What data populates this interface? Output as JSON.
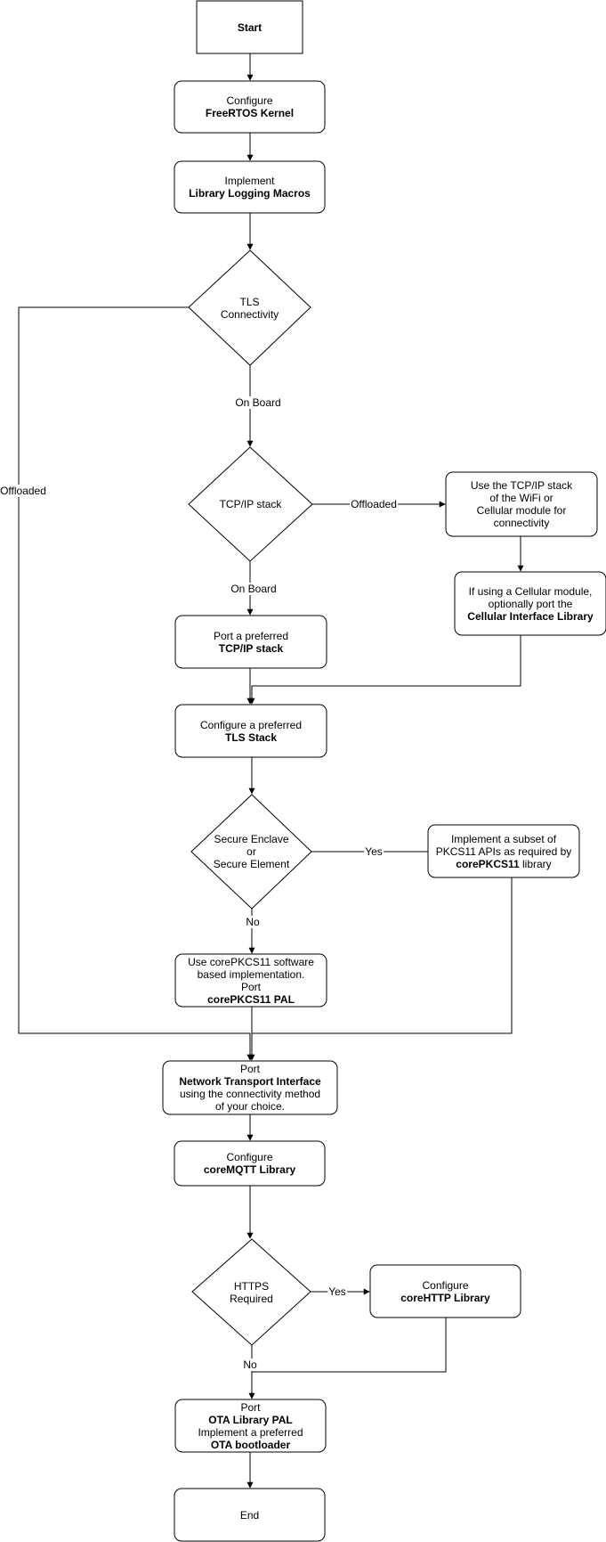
{
  "nodes": {
    "start": {
      "lines": [
        {
          "text": "Start",
          "bold": true
        }
      ]
    },
    "configure_kernel": {
      "lines": [
        {
          "text": "Configure",
          "bold": false
        },
        {
          "text": "FreeRTOS Kernel",
          "bold": true
        }
      ]
    },
    "logging_macros": {
      "lines": [
        {
          "text": "Implement",
          "bold": false
        },
        {
          "text": "Library Logging Macros",
          "bold": true
        }
      ]
    },
    "tls_connectivity": {
      "lines": [
        {
          "text": "TLS",
          "bold": false
        },
        {
          "text": "Connectivity",
          "bold": false
        }
      ]
    },
    "tcpip_stack": {
      "lines": [
        {
          "text": "TCP/IP stack",
          "bold": false
        }
      ]
    },
    "use_module_stack": {
      "lines": [
        {
          "text": "Use the TCP/IP stack",
          "bold": false
        },
        {
          "text": "of the WiFi or",
          "bold": false
        },
        {
          "text": "Cellular module for",
          "bold": false
        },
        {
          "text": "connectivity",
          "bold": false
        }
      ]
    },
    "cellular_interface": {
      "lines": [
        {
          "text": "If using a Cellular module,",
          "bold": false
        },
        {
          "text": "optionally port the",
          "bold": false
        },
        {
          "text": "Cellular Interface Library",
          "bold": true
        }
      ]
    },
    "port_tcpip": {
      "lines": [
        {
          "text": "Port a preferred",
          "bold": false
        },
        {
          "text": "TCP/IP stack",
          "bold": true
        }
      ]
    },
    "configure_tls": {
      "lines": [
        {
          "text": "Configure a preferred",
          "bold": false
        },
        {
          "text": "TLS Stack",
          "bold": true
        }
      ]
    },
    "secure_element": {
      "lines": [
        {
          "text": "Secure Enclave",
          "bold": false
        },
        {
          "text": "or",
          "bold": false
        },
        {
          "text": "Secure Element",
          "bold": false
        }
      ]
    },
    "pkcs11_subset": {
      "lines": [
        {
          "text": "Implement a subset of",
          "bold": false
        },
        {
          "text": "PKCS11 APIs as required by",
          "bold": false
        },
        {
          "text": "corePKCS11 library",
          "bold": "partial",
          "bold_part": "corePKCS11",
          "rest": " library"
        }
      ]
    },
    "pkcs11_pal": {
      "lines": [
        {
          "text": "Use corePKCS11 software",
          "bold": false
        },
        {
          "text": "based implementation.",
          "bold": false
        },
        {
          "text": "Port",
          "bold": false
        },
        {
          "text": "corePKCS11 PAL",
          "bold": true
        }
      ]
    },
    "network_transport": {
      "lines": [
        {
          "text": "Port",
          "bold": false
        },
        {
          "text": "Network Transport Interface",
          "bold": true
        },
        {
          "text": "using the connectivity method",
          "bold": false
        },
        {
          "text": "of your choice.",
          "bold": false
        }
      ]
    },
    "coremqtt": {
      "lines": [
        {
          "text": "Configure",
          "bold": false
        },
        {
          "text": "coreMQTT Library",
          "bold": true
        }
      ]
    },
    "https_required": {
      "lines": [
        {
          "text": "HTTPS",
          "bold": false
        },
        {
          "text": "Required",
          "bold": false
        }
      ]
    },
    "corehttp": {
      "lines": [
        {
          "text": "Configure",
          "bold": false
        },
        {
          "text": "coreHTTP Library",
          "bold": true
        }
      ]
    },
    "ota": {
      "lines": [
        {
          "text": "Port",
          "bold": false
        },
        {
          "text": "OTA Library PAL",
          "bold": true
        },
        {
          "text": "Implement a preferred",
          "bold": false
        },
        {
          "text": "OTA bootloader",
          "bold": true
        }
      ]
    },
    "end": {
      "lines": [
        {
          "text": "End",
          "bold": false
        }
      ]
    }
  },
  "edge_labels": {
    "tls_on_board": "On Board",
    "tls_offloaded": "Offloaded",
    "tcpip_offloaded": "Offloaded",
    "tcpip_on_board": "On Board",
    "secure_yes": "Yes",
    "secure_no": "No",
    "https_yes": "Yes",
    "https_no": "No"
  }
}
